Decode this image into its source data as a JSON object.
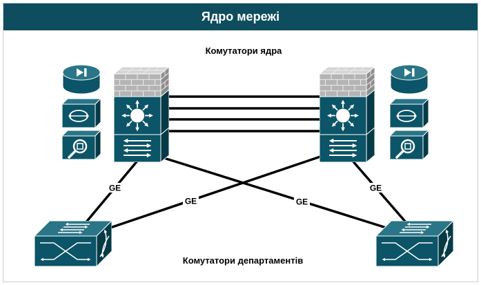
{
  "header": {
    "title": "Ядро мережі"
  },
  "labels": {
    "core_switches": "Комутатори ядра",
    "department_switches": "Комутатори департаментів"
  },
  "links": [
    {
      "label": "GE"
    },
    {
      "label": "GE"
    },
    {
      "label": "GE"
    },
    {
      "label": "GE"
    }
  ],
  "icons": {
    "core_stack": [
      "firewall-icon",
      "multilayer-switch-icon",
      "switch-icon"
    ],
    "service_modules": [
      "media-module-icon",
      "content-engine-module-icon",
      "analysis-module-icon"
    ],
    "department_switch": "workgroup-switch-icon"
  },
  "colors": {
    "header": "#0e4d5e",
    "device": "#0c5467",
    "device_side": "#063a47",
    "device_top": "#2a7587",
    "firewall": "#b4b4b4",
    "link": "#000000"
  }
}
